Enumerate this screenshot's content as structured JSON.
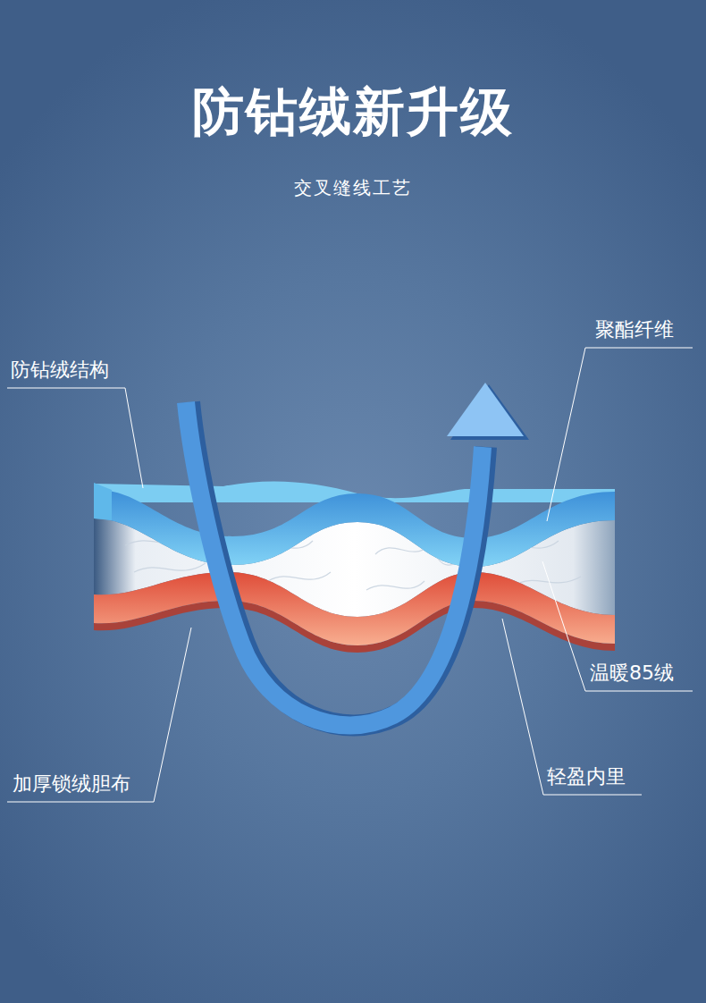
{
  "diagram": {
    "title": "防钻绒新升级",
    "labels": [
      "交叉缝线工艺",
      "防钻绒结构",
      "聚酯纤维",
      "温暖85绒",
      "加厚锁绒胆布",
      "轻盈内里"
    ]
  }
}
